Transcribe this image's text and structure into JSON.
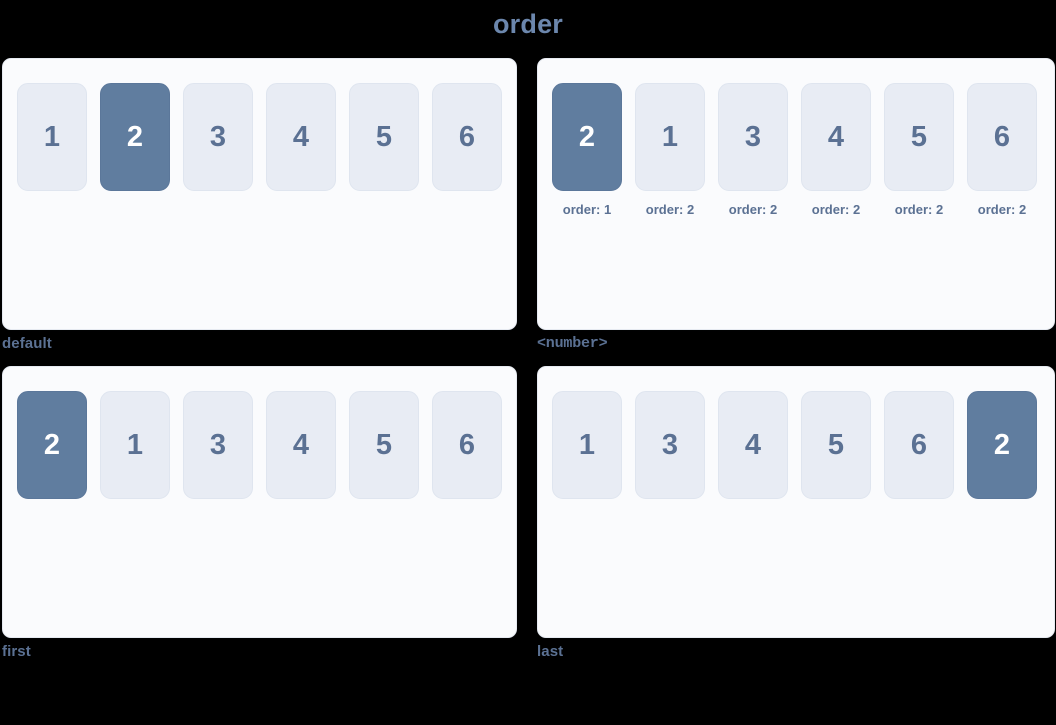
{
  "page": {
    "title": "order",
    "background_color": "#000000",
    "title_color": "#6c87ad"
  },
  "colors": {
    "panel_background": "#fafbfd",
    "panel_border": "#e6eaf1",
    "box_background": "#e8ecf4",
    "box_border": "#dfe5ef",
    "box_text": "#5b7193",
    "highlight_background": "#607d9f",
    "highlight_text": "#ffffff",
    "caption_text": "#5b7193"
  },
  "panels": [
    {
      "caption": "default",
      "caption_mono": false,
      "show_order_labels": false,
      "items": [
        {
          "label": "1",
          "highlight": false,
          "order_label": ""
        },
        {
          "label": "2",
          "highlight": true,
          "order_label": ""
        },
        {
          "label": "3",
          "highlight": false,
          "order_label": ""
        },
        {
          "label": "4",
          "highlight": false,
          "order_label": ""
        },
        {
          "label": "5",
          "highlight": false,
          "order_label": ""
        },
        {
          "label": "6",
          "highlight": false,
          "order_label": ""
        }
      ]
    },
    {
      "caption": "<number>",
      "caption_mono": true,
      "show_order_labels": true,
      "items": [
        {
          "label": "2",
          "highlight": true,
          "order_label": "order: 1"
        },
        {
          "label": "1",
          "highlight": false,
          "order_label": "order: 2"
        },
        {
          "label": "3",
          "highlight": false,
          "order_label": "order: 2"
        },
        {
          "label": "4",
          "highlight": false,
          "order_label": "order: 2"
        },
        {
          "label": "5",
          "highlight": false,
          "order_label": "order: 2"
        },
        {
          "label": "6",
          "highlight": false,
          "order_label": "order: 2"
        }
      ]
    },
    {
      "caption": "first",
      "caption_mono": false,
      "show_order_labels": false,
      "items": [
        {
          "label": "2",
          "highlight": true,
          "order_label": ""
        },
        {
          "label": "1",
          "highlight": false,
          "order_label": ""
        },
        {
          "label": "3",
          "highlight": false,
          "order_label": ""
        },
        {
          "label": "4",
          "highlight": false,
          "order_label": ""
        },
        {
          "label": "5",
          "highlight": false,
          "order_label": ""
        },
        {
          "label": "6",
          "highlight": false,
          "order_label": ""
        }
      ]
    },
    {
      "caption": "last",
      "caption_mono": false,
      "show_order_labels": false,
      "items": [
        {
          "label": "1",
          "highlight": false,
          "order_label": ""
        },
        {
          "label": "3",
          "highlight": false,
          "order_label": ""
        },
        {
          "label": "4",
          "highlight": false,
          "order_label": ""
        },
        {
          "label": "5",
          "highlight": false,
          "order_label": ""
        },
        {
          "label": "6",
          "highlight": false,
          "order_label": ""
        },
        {
          "label": "2",
          "highlight": true,
          "order_label": ""
        }
      ]
    }
  ]
}
